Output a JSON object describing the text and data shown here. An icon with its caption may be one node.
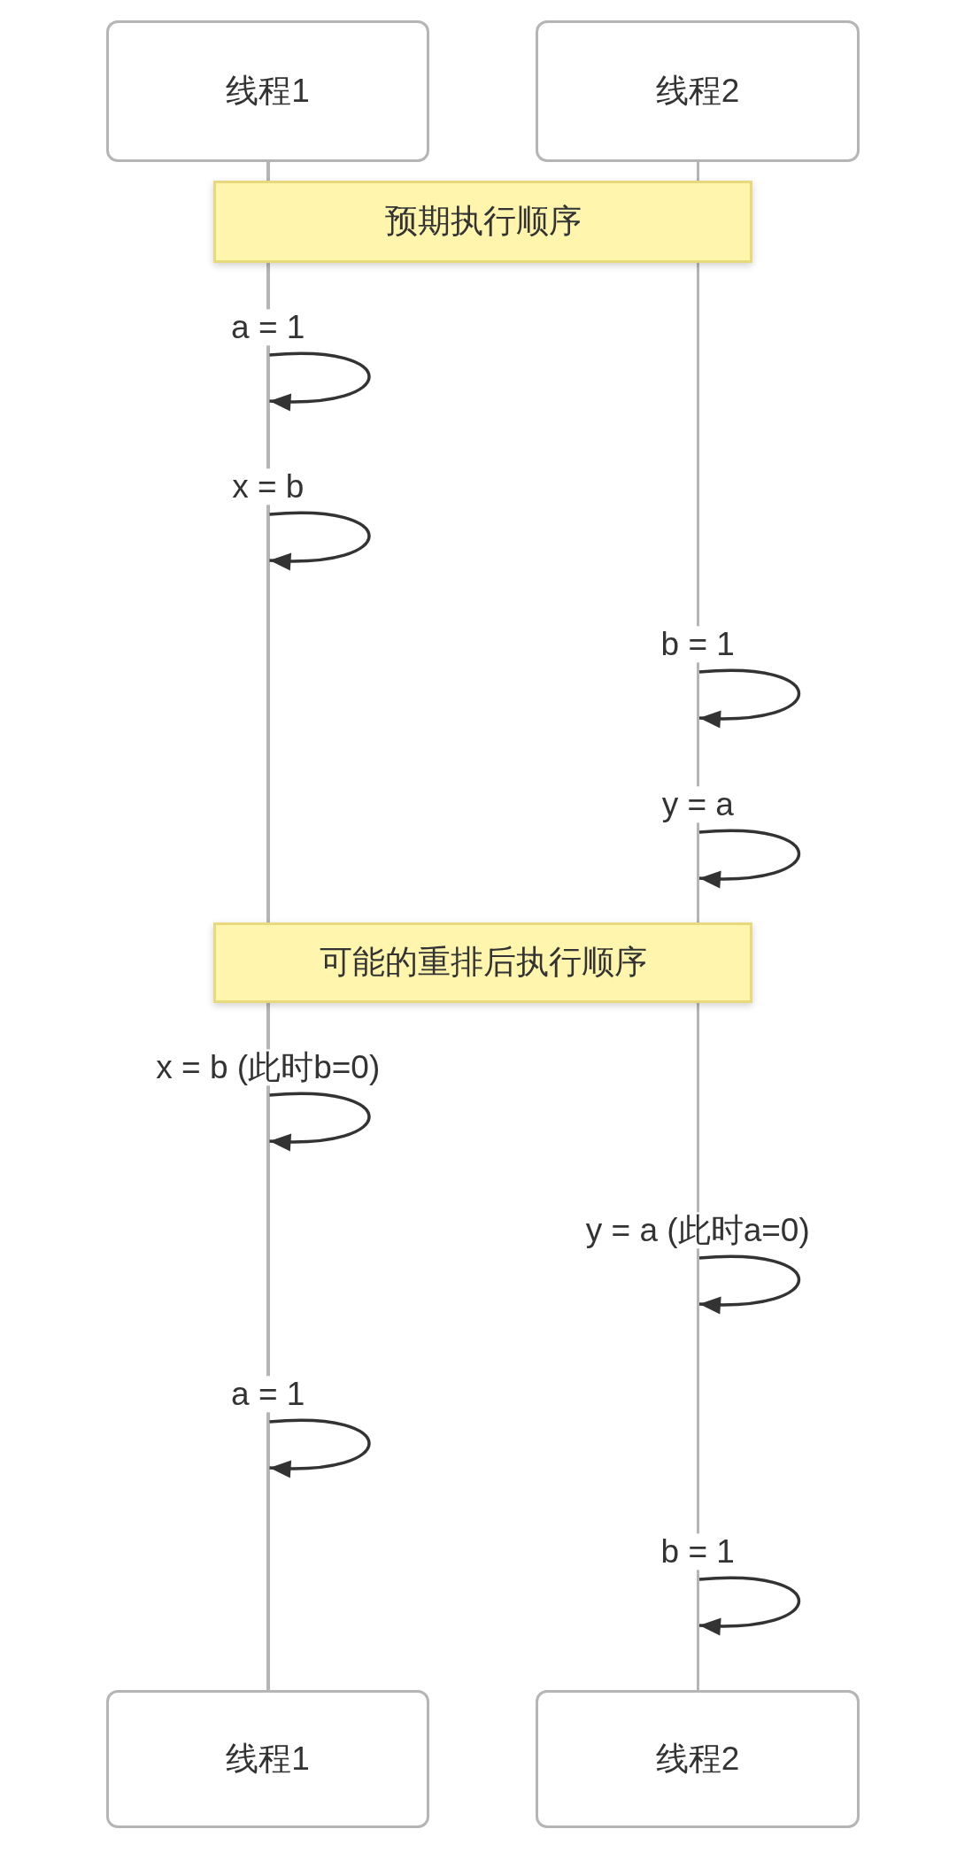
{
  "diagram": {
    "nodes": [
      {
        "text": [
          "线程1"
        ]
      },
      {
        "text": [
          "线程2"
        ]
      },
      {
        "text": [],
        "shape": "line"
      },
      {
        "text": [],
        "shape": "line"
      },
      {
        "text": [
          "预期执行顺序"
        ]
      },
      {
        "text": [
          "可能的重排后执行顺序"
        ]
      },
      {
        "text": [
          "线程1"
        ]
      },
      {
        "text": [
          "线程2"
        ]
      }
    ],
    "edges": [
      {
        "from": 2,
        "to": 2,
        "arrow": "to",
        "label": "a = 1"
      },
      {
        "from": 2,
        "to": 2,
        "arrow": "to",
        "label": "x = b"
      },
      {
        "from": 3,
        "to": 3,
        "arrow": "to",
        "label": "b = 1"
      },
      {
        "from": 3,
        "to": 3,
        "arrow": "to",
        "label": "y = a"
      },
      {
        "from": 2,
        "to": 2,
        "arrow": "to",
        "label": "x = b (此时b=0)"
      },
      {
        "from": 3,
        "to": 3,
        "arrow": "to",
        "label": "y = a (此时a=0)"
      },
      {
        "from": 2,
        "to": 2,
        "arrow": "to",
        "label": "a = 1"
      },
      {
        "from": 3,
        "to": 3,
        "arrow": "to",
        "label": "b = 1"
      }
    ]
  }
}
